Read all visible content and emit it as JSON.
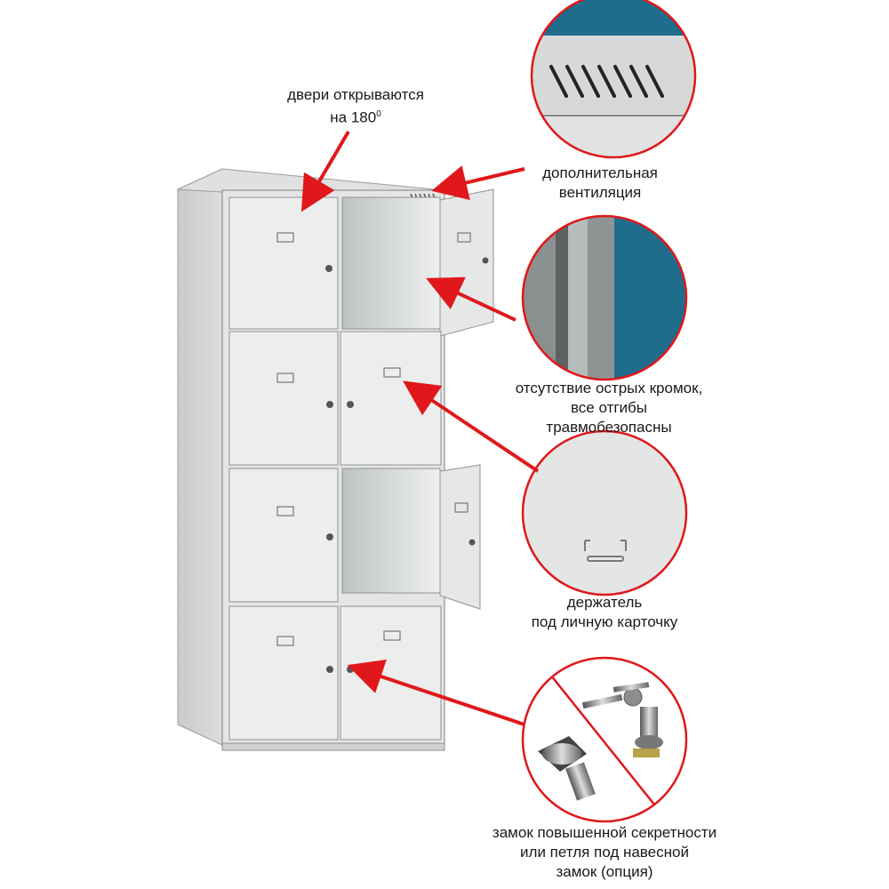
{
  "annotations": {
    "doors": {
      "line1": "двери открываются",
      "line2": "на 180",
      "sup": "0"
    },
    "ventilation": {
      "line1": "дополнительная",
      "line2": "вентиляция"
    },
    "edges": {
      "line1": "отсутствие острых кромок,",
      "line2": "все отгибы",
      "line3": "травмобезопасны"
    },
    "card_holder": {
      "line1": "держатель",
      "line2": "под личную карточку"
    },
    "lock": {
      "line1": "замок повышенной секретности",
      "line2": "или петля под навесной",
      "line3": "замок (опция)"
    }
  },
  "colors": {
    "arrow": "#e0181b",
    "circle_border": "#e0181b",
    "cabinet": "#e9eaea",
    "blue_panel": "#1f6d8c"
  }
}
